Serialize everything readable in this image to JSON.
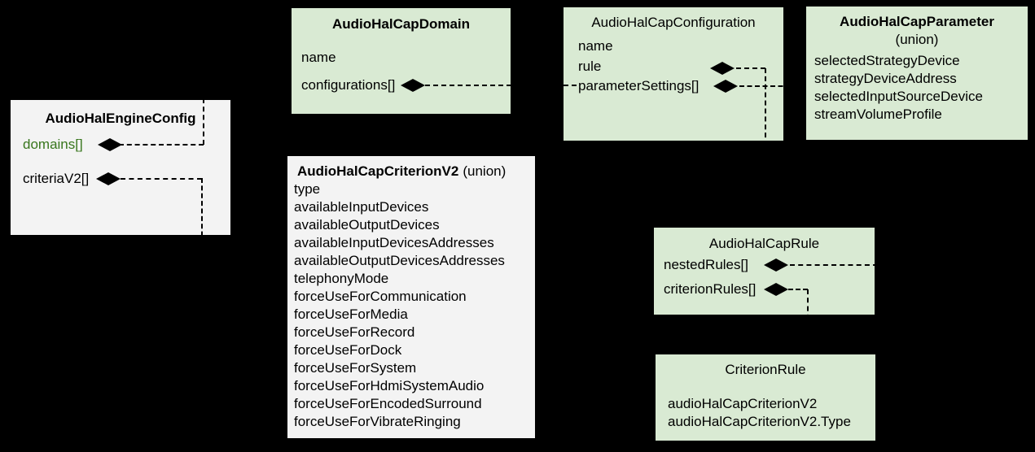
{
  "palette": {
    "background": "#000000",
    "box_green": "#d9ead3",
    "box_gray": "#f3f3f3",
    "connector": "#000000",
    "domains_field_text": "#38761d"
  },
  "boxes": {
    "engine": {
      "title": "AudioHalEngineConfig",
      "fields": [
        "domains[]",
        "criteriaV2[]"
      ]
    },
    "domain": {
      "title": "AudioHalCapDomain",
      "fields": [
        "name",
        "configurations[]"
      ]
    },
    "configuration": {
      "title": "AudioHalCapConfiguration",
      "fields": [
        "name",
        "rule",
        "parameterSettings[]"
      ]
    },
    "parameter": {
      "title": "AudioHalCapParameter",
      "subtitle": "(union)",
      "fields": [
        "selectedStrategyDevice",
        "strategyDeviceAddress",
        "selectedInputSourceDevice",
        "streamVolumeProfile"
      ]
    },
    "criterionV2": {
      "title": "AudioHalCapCriterionV2",
      "title_suffix": "(union)",
      "fields": [
        "type",
        "availableInputDevices",
        "availableOutputDevices",
        "availableInputDevicesAddresses",
        "availableOutputDevicesAddresses",
        "telephonyMode",
        "forceUseForCommunication",
        "forceUseForMedia",
        "forceUseForRecord",
        "forceUseForDock",
        "forceUseForSystem",
        "forceUseForHdmiSystemAudio",
        "forceUseForEncodedSurround",
        "forceUseForVibrateRinging"
      ]
    },
    "rule": {
      "title": "AudioHalCapRule",
      "fields": [
        "nestedRules[]",
        "criterionRules[]"
      ]
    },
    "criterionRule": {
      "title": "CriterionRule",
      "fields": [
        "audioHalCapCriterionV2",
        "audioHalCapCriterionV2.Type"
      ]
    }
  }
}
